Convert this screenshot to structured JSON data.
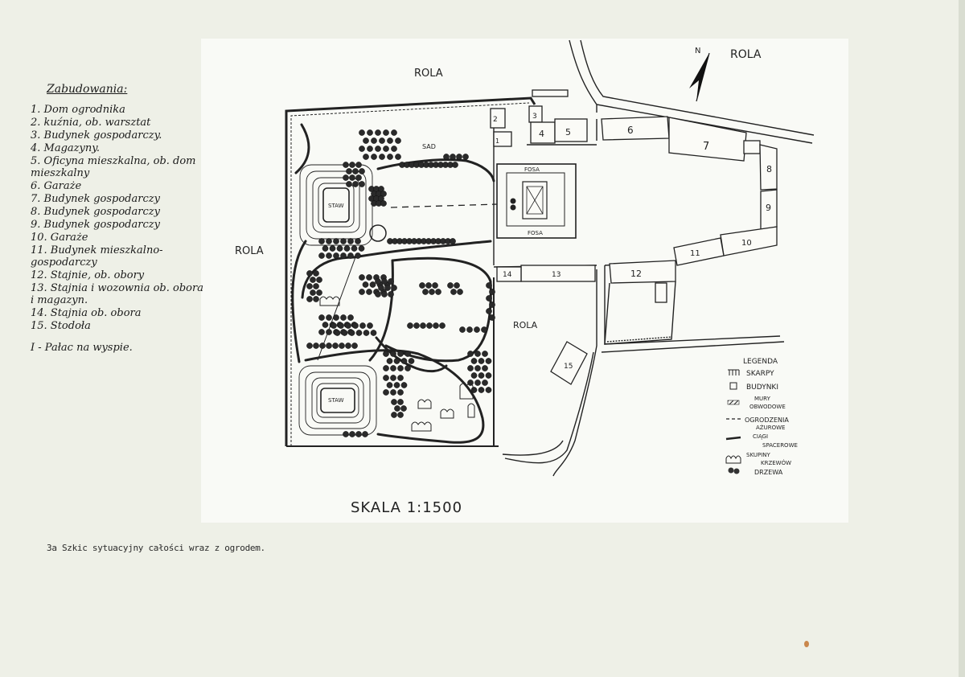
{
  "legend_list": {
    "title": "Zabudowania:",
    "items": [
      "1. Dom ogrodnika",
      "2. kuźnia, ob. warsztat",
      "3. Budynek gospodarczy.",
      "4. Magazyny.",
      "5. Oficyna mieszkalna, ob. dom mieszkalny",
      "6. Garaże",
      "7. Budynek gospodarczy",
      "8. Budynek gospodarczy",
      "9. Budynek gospodarczy",
      "10. Garaże",
      "11. Budynek mieszkalno-gospodarczy",
      "12. Stajnie, ob. obory",
      "13. Stajnia i wozownia ob. obora i magazyn.",
      "14. Stajnia ob. obora",
      "15. Stodoła"
    ],
    "palace": "I - Pałac na wyspie."
  },
  "map_labels": {
    "rola_top": "ROLA",
    "rola_top_right": "ROLA",
    "rola_left": "ROLA",
    "rola_center": "ROLA",
    "north": "N",
    "sad": "SAD",
    "fosa_top": "FOSA",
    "fosa_bottom": "FOSA",
    "staw_top": "STAW",
    "staw_bottom": "STAW",
    "b1": "1",
    "b2": "2",
    "b3": "3",
    "b4": "4",
    "b5": "5",
    "b6": "6",
    "b7": "7",
    "b8": "8",
    "b9": "9",
    "b10": "10",
    "b11": "11",
    "b12": "12",
    "b13": "13",
    "b14": "14",
    "b15": "15"
  },
  "map_legend": {
    "title": "LEGENDA",
    "skarpy": "SKARPY",
    "budynki": "BUDYNKI",
    "mury_1": "MURY",
    "mury_2": "OBWODOWE",
    "ogrodzenia_1": "OGRODZENIA",
    "ogrodzenia_2": "AŻUROWE",
    "ciagi_1": "CIĄGI",
    "ciagi_2": "SPACEROWE",
    "krzewy_1": "SKUPINY",
    "krzewy_2": "KRZEWÓW",
    "drzewa": "DRZEWA"
  },
  "scale": "SKALA 1:1500",
  "caption": "3a Szkic sytuacyjny całości wraz z ogrodem.",
  "colors": {
    "paper": "#eef0e7",
    "sheet": "#f9faf6",
    "ink": "#1c1c1c",
    "stain": "#c9874c"
  }
}
